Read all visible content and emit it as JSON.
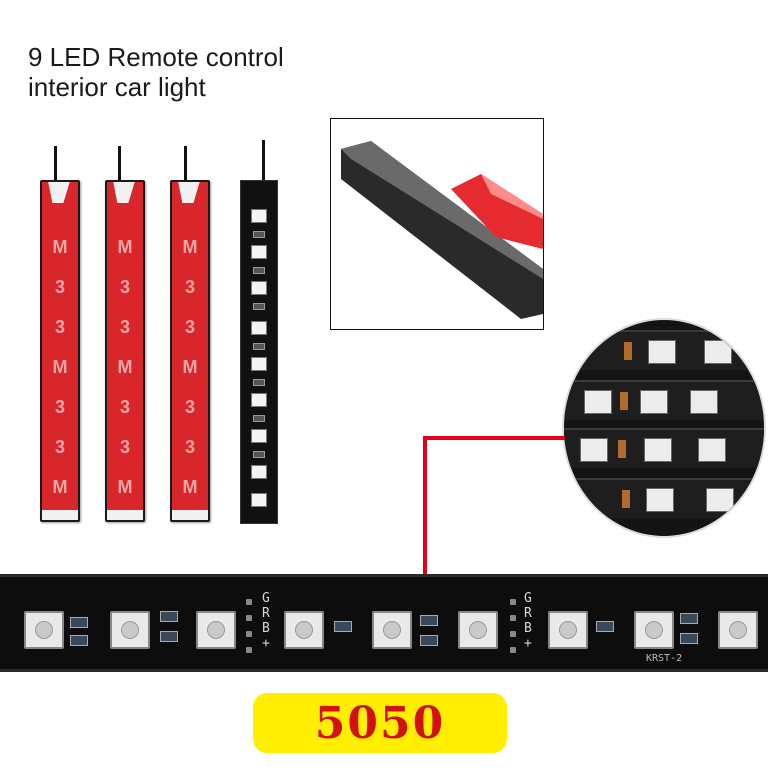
{
  "title": {
    "line1": "9 LED Remote control",
    "line2": "interior car light"
  },
  "strips": {
    "tape_letters": [
      "M",
      "3",
      "3",
      "M",
      "3",
      "3",
      "M"
    ]
  },
  "main_strip": {
    "pin_label_a": [
      "G",
      "R",
      "B",
      "+"
    ],
    "pin_label_b": [
      "G",
      "R",
      "B",
      "+"
    ],
    "board_mark": "KRST-2"
  },
  "badge": {
    "text": "5050"
  },
  "colors": {
    "tape_red": "#d8262a",
    "strip_black": "#0d0d0d",
    "callout_red": "#e4001b",
    "badge_yellow": "#ffee00",
    "badge_text": "#d21212"
  }
}
